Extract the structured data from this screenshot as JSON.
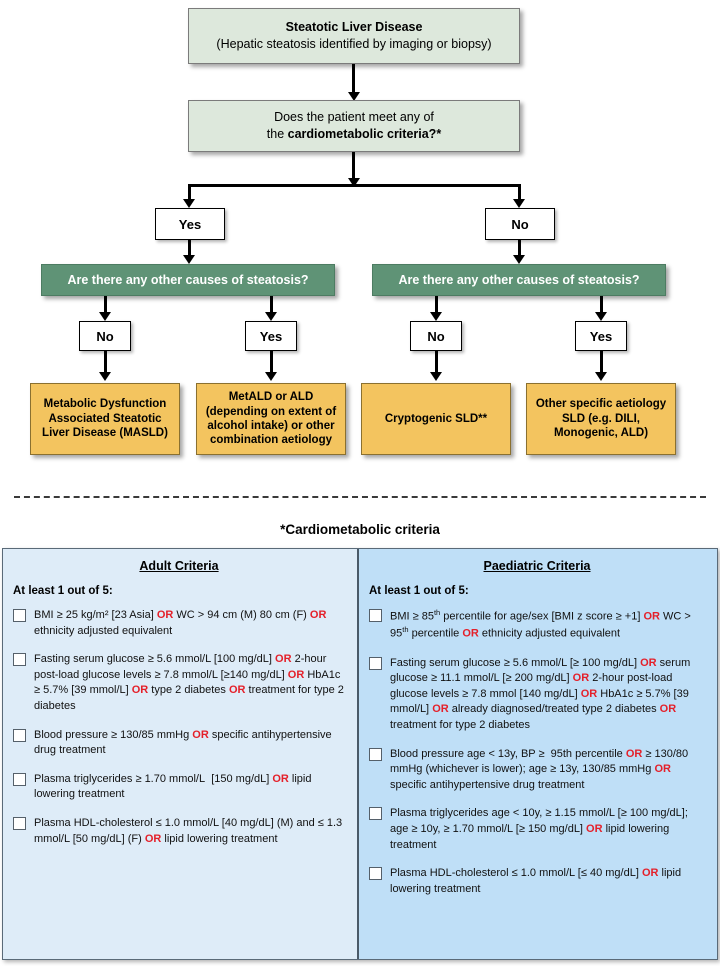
{
  "flowchart": {
    "nodes": {
      "sld": {
        "title": "Steatotic Liver Disease",
        "subtitle": "(Hepatic steatosis identified by imaging or biopsy)"
      },
      "question": {
        "line1": "Does the patient meet any of",
        "line2_plain": "the ",
        "line2_bold": "cardiometabolic criteria?*"
      },
      "yes_top": "Yes",
      "no_top": "No",
      "other_causes_left": "Are there any other causes of steatosis?",
      "other_causes_right": "Are there any other causes of steatosis?",
      "no_left": "No",
      "yes_left": "Yes",
      "no_right": "No",
      "yes_right": "Yes",
      "masld": "Metabolic Dysfunction Associated Steatotic Liver Disease (MASLD)",
      "metald": "MetALD or ALD (depending on extent of alcohol intake) or other combination aetiology",
      "cryptogenic": "Cryptogenic SLD**",
      "other_aetiology": "Other specific aetiology SLD (e.g. DILI, Monogenic, ALD)"
    }
  },
  "criteria": {
    "title": "*Cardiometabolic criteria",
    "adult": {
      "heading": "Adult Criteria",
      "subheading": "At least 1 out of 5:",
      "items": [
        "BMI ≥ 25 kg/m² [23 Asia] <span class=\"orw\">OR</span> WC > 94 cm (M) 80 cm (F) <span class=\"orw\">OR</span> ethnicity adjusted equivalent",
        "Fasting serum glucose ≥ 5.6 mmol/L [100 mg/dL] <span class=\"orw\">OR</span> 2-hour post-load glucose levels ≥ 7.8 mmol/L [≥140 mg/dL] <span class=\"orw\">OR</span> HbA1c ≥ 5.7% [39 mmol/L] <span class=\"orw\">OR</span> type 2 diabetes <span class=\"orw\">OR</span> treatment for type 2 diabetes",
        "Blood pressure ≥ 130/85 mmHg <span class=\"orw\">OR</span> specific antihypertensive drug treatment",
        "Plasma triglycerides ≥ 1.70 mmol/L&nbsp; [150 mg/dL] <span class=\"orw\">OR</span> lipid lowering treatment",
        "Plasma HDL-cholesterol ≤ 1.0 mmol/L [40 mg/dL] (M) and ≤ 1.3 mmol/L [50 mg/dL] (F) <span class=\"orw\">OR</span> lipid lowering treatment"
      ]
    },
    "paediatric": {
      "heading": "Paediatric Criteria",
      "subheading": "At least 1 out of 5:",
      "items": [
        "BMI ≥ 85<sup>th</sup> percentile for age/sex [BMI z score ≥ +1] <span class=\"orw\">OR</span> WC > 95<sup>th</sup> percentile <span class=\"orw\">OR</span> ethnicity adjusted equivalent",
        "Fasting serum glucose ≥ 5.6 mmol/L [≥ 100 mg/dL] <span class=\"orw\">OR</span> serum glucose ≥ 11.1 mmol/L [≥ 200 mg/dL] <span class=\"orw\">OR</span> 2-hour post-load glucose levels ≥ 7.8 mmol [140 mg/dL] <span class=\"orw\">OR</span> HbA1c ≥ 5.7% [39 mmol/L] <span class=\"orw\">OR</span> already diagnosed/treated type 2 diabetes <span class=\"orw\">OR</span> treatment for type 2 diabetes",
        "Blood pressure age < 13y, BP ≥&nbsp; 95th percentile <span class=\"orw\">OR</span> ≥ 130/80 mmHg (whichever is lower); age ≥ 13y, 130/85 mmHg <span class=\"orw\">OR</span> specific antihypertensive drug treatment",
        "Plasma triglycerides age < 10y, ≥ 1.15 mmol/L [≥ 100 mg/dL]; age ≥ 10y, ≥ 1.70 mmol/L [≥ 150 mg/dL] <span class=\"orw\">OR</span> lipid lowering treatment",
        "Plasma HDL-cholesterol ≤ 1.0 mmol/L [≤ 40 mg/dL] <span class=\"orw\">OR</span> lipid lowering treatment"
      ]
    }
  }
}
